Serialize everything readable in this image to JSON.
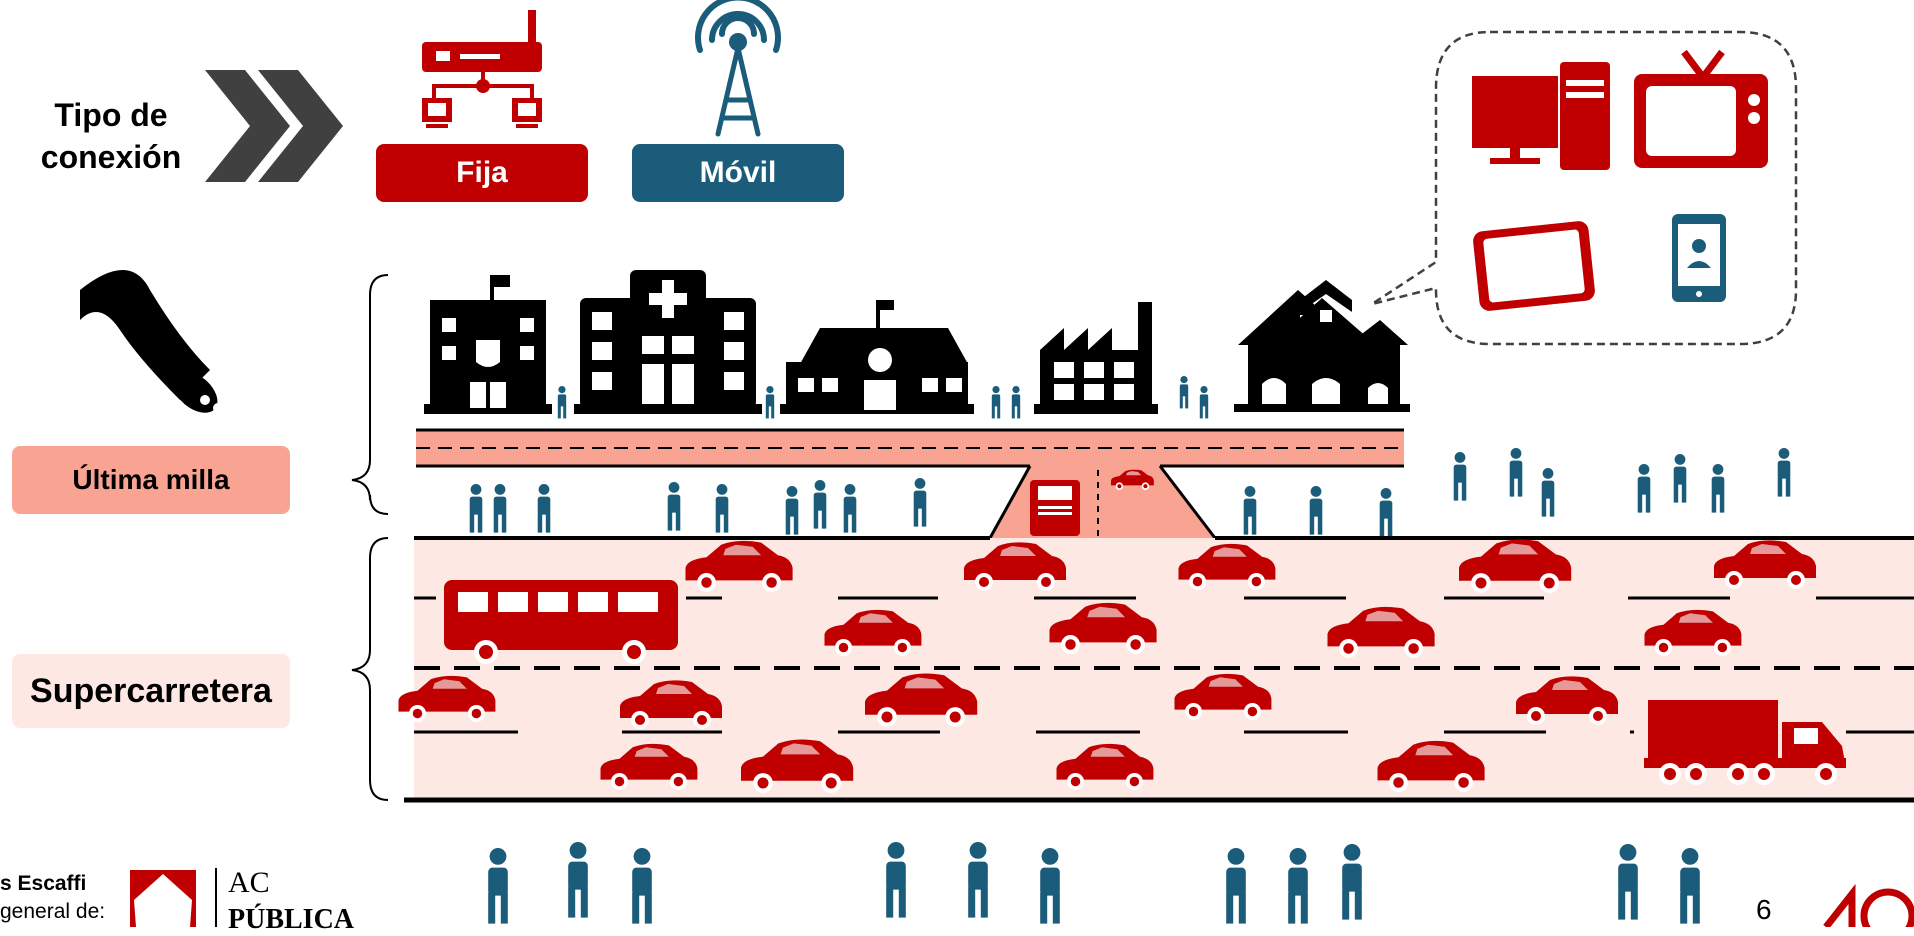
{
  "connection_type": {
    "label_line1": "Tipo de",
    "label_line2": "conexión",
    "fixed_label": "Fija",
    "mobile_label": "Móvil"
  },
  "sections": {
    "last_mile_label": "Última milla",
    "highway_label": "Supercarretera"
  },
  "footer": {
    "author_fragment": "s Escaffi",
    "role_fragment": "general de:",
    "org_line1": "AC",
    "org_line2": "PÚBLICA",
    "page_number": "6"
  },
  "colors": {
    "red": "#c00000",
    "blue": "#1a5c7a",
    "salmon": "#f9a392",
    "pink": "#fde8e4",
    "dark": "#000000",
    "chevron": "#404040"
  },
  "icons": {
    "buildings": [
      "police-station-icon",
      "hospital-icon",
      "school-icon",
      "factory-icon",
      "houses-icon"
    ],
    "devices": [
      "desktop-computer-icon",
      "television-icon",
      "tablet-icon",
      "smartphone-icon"
    ],
    "connection": [
      "router-network-icon",
      "antenna-tower-icon",
      "fiber-cable-icon"
    ]
  }
}
